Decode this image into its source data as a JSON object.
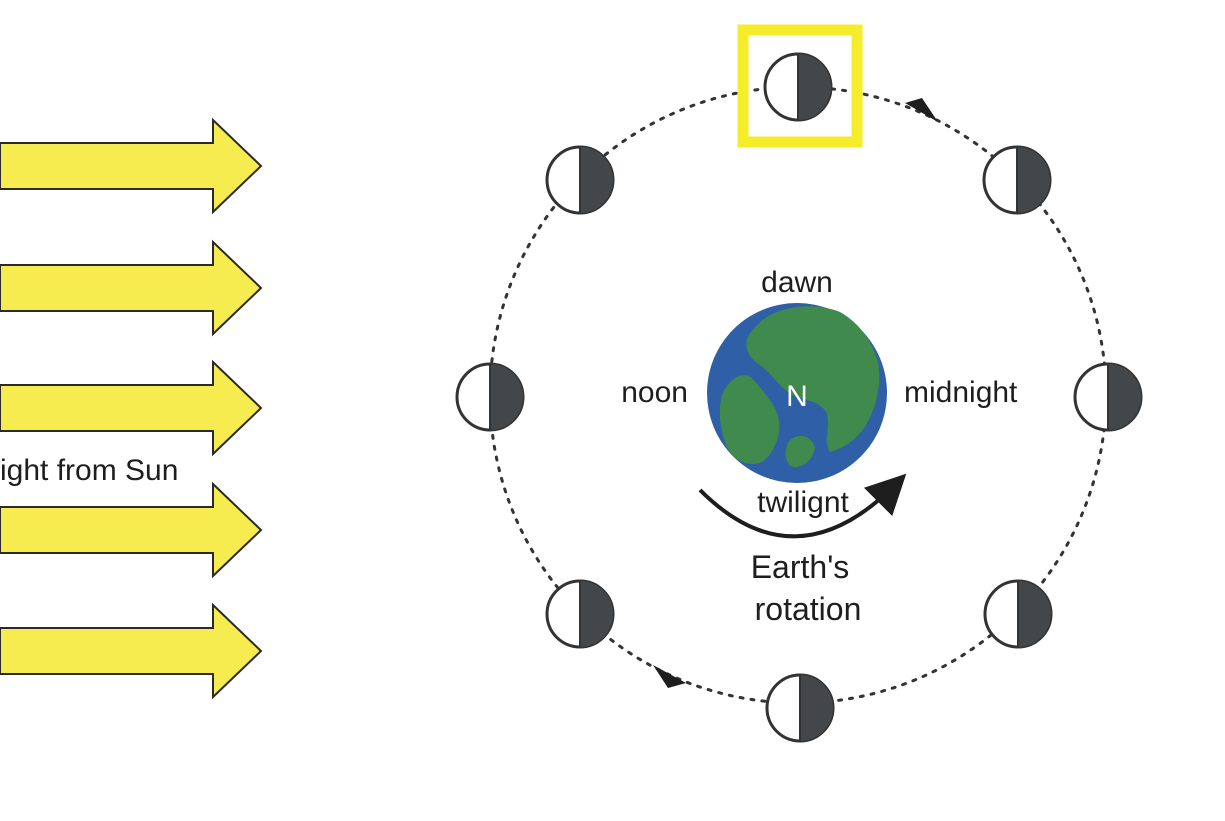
{
  "sunlight": {
    "label": "ight from Sun",
    "arrow_color": "#f7ec4f",
    "arrow_count": 5
  },
  "earth": {
    "north_label": "N",
    "ocean_color": "#2f5fa6",
    "land_color": "#3f8a4c"
  },
  "time_labels": {
    "dawn": "dawn",
    "noon": "noon",
    "midnight": "midnight",
    "twilight": "twilignt"
  },
  "rotation": {
    "line1": "Earth's",
    "line2": "rotation"
  },
  "moon": {
    "count": 8,
    "dark_color": "#434749",
    "highlight_color": "#f5ed2a",
    "highlighted_position": "top"
  }
}
